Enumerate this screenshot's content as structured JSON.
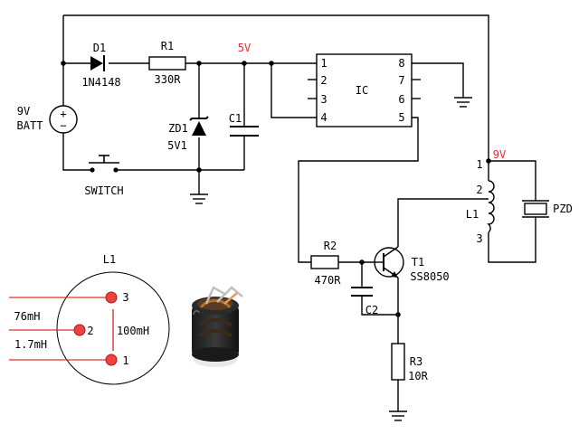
{
  "rails": {
    "v5": "5V",
    "v9": "9V"
  },
  "battery": {
    "line1": "9V",
    "line2": "BATT",
    "plus": "+",
    "minus": "−"
  },
  "d1": {
    "ref": "D1",
    "value": "1N4148"
  },
  "r1": {
    "ref": "R1",
    "value": "330R"
  },
  "zd1": {
    "ref": "ZD1",
    "value": "5V1"
  },
  "c1": {
    "ref": "C1"
  },
  "switch": {
    "label": "SWITCH"
  },
  "ic": {
    "label": "IC",
    "pins_left": [
      "1",
      "2",
      "3",
      "4"
    ],
    "pins_right": [
      "8",
      "7",
      "6",
      "5"
    ]
  },
  "l1": {
    "ref": "L1",
    "pins": [
      "1",
      "2",
      "3"
    ]
  },
  "pzd": {
    "label": "PZD"
  },
  "r2": {
    "ref": "R2",
    "value": "470R"
  },
  "t1": {
    "ref": "T1",
    "value": "SS8050"
  },
  "c2": {
    "ref": "C2"
  },
  "r3": {
    "ref": "R3",
    "value": "10R"
  },
  "inset": {
    "title": "L1",
    "pins": [
      "3",
      "2",
      "1"
    ],
    "label_76mH": "76mH",
    "label_1_7mH": "1.7mH",
    "label_100mH": "100mH"
  },
  "colors": {
    "wire": "#000000",
    "annotation": "#e03030",
    "pin_dot": "#e03030"
  }
}
